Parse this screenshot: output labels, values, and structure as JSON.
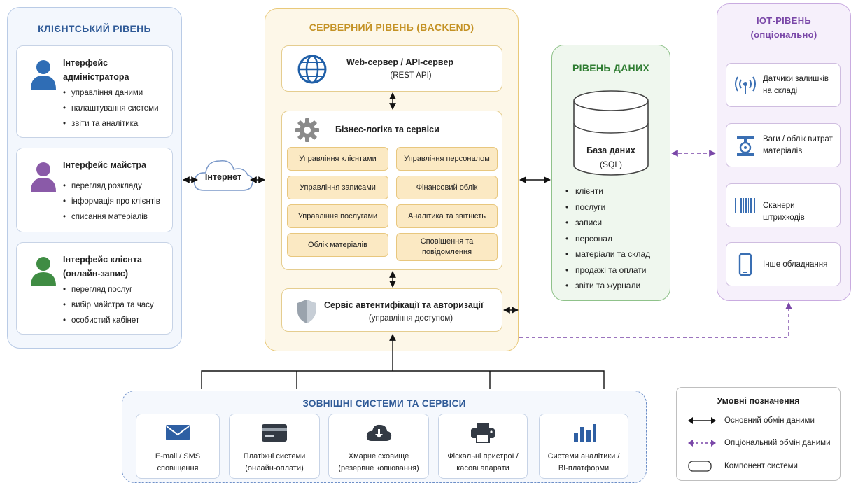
{
  "client_tier": {
    "title": "КЛІЄНТСЬКИЙ РІВЕНЬ",
    "cards": [
      {
        "title": "Інтерфейс адміністратора",
        "items": [
          "управління даними",
          "налаштування системи",
          "звіти та аналітика"
        ]
      },
      {
        "title": "Інтерфейс майстра",
        "items": [
          "перегляд розкладу",
          "інформація про клієнтів",
          "списання матеріалів"
        ]
      },
      {
        "title": "Інтерфейс клієнта (онлайн-запис)",
        "items": [
          "перегляд послуг",
          "вибір майстра та часу",
          "особистий кабінет"
        ]
      }
    ],
    "avatar_colors": [
      "#2f6db5",
      "#8a5aa8",
      "#3f8c43"
    ]
  },
  "internet": {
    "label": "Інтернет"
  },
  "server_tier": {
    "title": "СЕРВЕРНИЙ РІВЕНЬ (BACKEND)",
    "web_server": {
      "title": "Web-сервер / API-сервер",
      "subtitle": "(REST API)",
      "icon": "globe-icon"
    },
    "business": {
      "title": "Бізнес-логіка та сервіси",
      "icon": "gear-icon",
      "services": [
        "Управління клієнтами",
        "Управління персоналом",
        "Управління записами",
        "Фінансовий облік",
        "Управління послугами",
        "Аналітика та звітність",
        "Облік матеріалів",
        "Сповіщення та повідомлення"
      ]
    },
    "auth": {
      "title": "Сервіс автентифікації та авторизації",
      "subtitle": "(управління доступом)",
      "icon": "shield-icon"
    }
  },
  "data_tier": {
    "title": "РІВЕНЬ ДАНИХ",
    "db_title": "База даних",
    "db_subtitle": "(SQL)",
    "items": [
      "клієнти",
      "послуги",
      "записи",
      "персонал",
      "матеріали та склад",
      "продажі та оплати",
      "звіти та журнали"
    ]
  },
  "iot_tier": {
    "title": "ІОТ-РІВЕНЬ",
    "subtitle": "(опціонально)",
    "devices": [
      {
        "label": "Датчики залишків на складі",
        "icon": "sensor-icon"
      },
      {
        "label": "Ваги / облік витрат матеріалів",
        "icon": "scale-icon"
      },
      {
        "label": "Сканери штрихкодів",
        "icon": "barcode-icon"
      },
      {
        "label": "Інше обладнання",
        "icon": "phone-icon"
      }
    ]
  },
  "external": {
    "title": "ЗОВНІШНІ СИСТЕМИ ТА СЕРВІСИ",
    "systems": [
      {
        "label": "E-mail / SMS сповіщення",
        "icon": "mail-icon"
      },
      {
        "label": "Платіжні системи (онлайн-оплати)",
        "icon": "card-icon"
      },
      {
        "label": "Хмарне сховище (резервне копіювання)",
        "icon": "cloud-download-icon"
      },
      {
        "label": "Фіскальні пристрої / касові апарати",
        "icon": "printer-icon"
      },
      {
        "label": "Системи аналітики / BI-платформи",
        "icon": "bar-chart-icon"
      }
    ]
  },
  "legend": {
    "title": "Умовні позначення",
    "main_exchange": "Основний обмін даними",
    "optional_exchange": "Опціональний обмін даними",
    "component": "Компонент системи"
  },
  "colors": {
    "client_accent": "#2f5a97",
    "server_accent": "#c49225",
    "data_accent": "#2f7d32",
    "iot_accent": "#7a47a8"
  }
}
